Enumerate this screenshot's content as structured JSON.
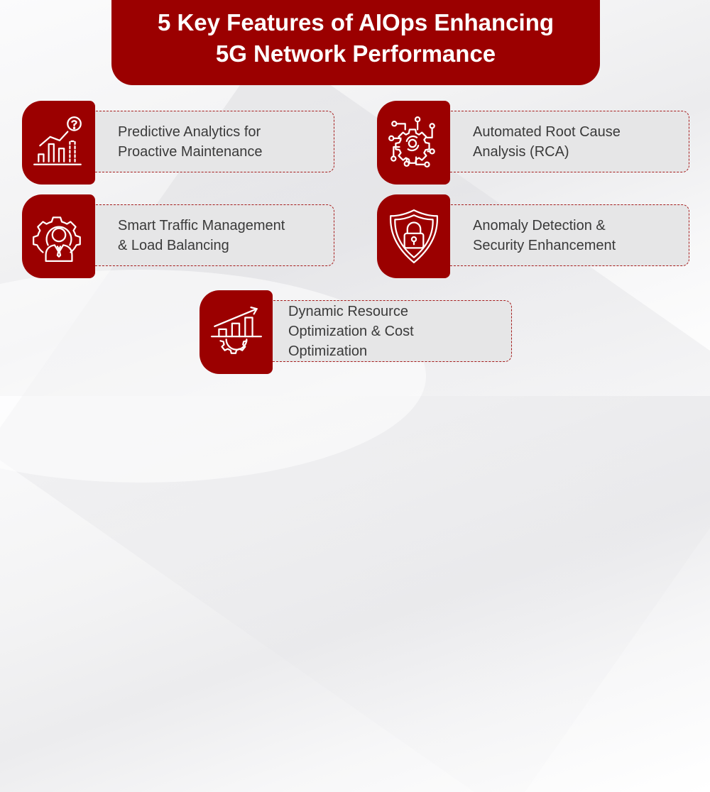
{
  "title": {
    "line1": "5 Key Features of AIOps Enhancing",
    "line2": "5G Network Performance"
  },
  "colors": {
    "brand_red": "#9b0000",
    "text_box_bg": "#e6e6e7",
    "text_color": "#3a3a3a",
    "dashed_border": "#a51b1b"
  },
  "features": [
    {
      "icon": "predictive-analytics-chart-icon",
      "lines": [
        "Predictive Analytics for",
        "Proactive Maintenance"
      ]
    },
    {
      "icon": "gear-circuit-icon",
      "lines": [
        "Automated Root Cause",
        "Analysis (RCA)"
      ]
    },
    {
      "icon": "gear-person-icon",
      "lines": [
        "Smart Traffic Management",
        "& Load Balancing"
      ]
    },
    {
      "icon": "shield-lock-icon",
      "lines": [
        "Anomaly Detection &",
        "Security Enhancement"
      ]
    },
    {
      "icon": "growth-chart-gear-icon",
      "lines": [
        "Dynamic Resource",
        "Optimization & Cost",
        "Optimization"
      ]
    }
  ]
}
